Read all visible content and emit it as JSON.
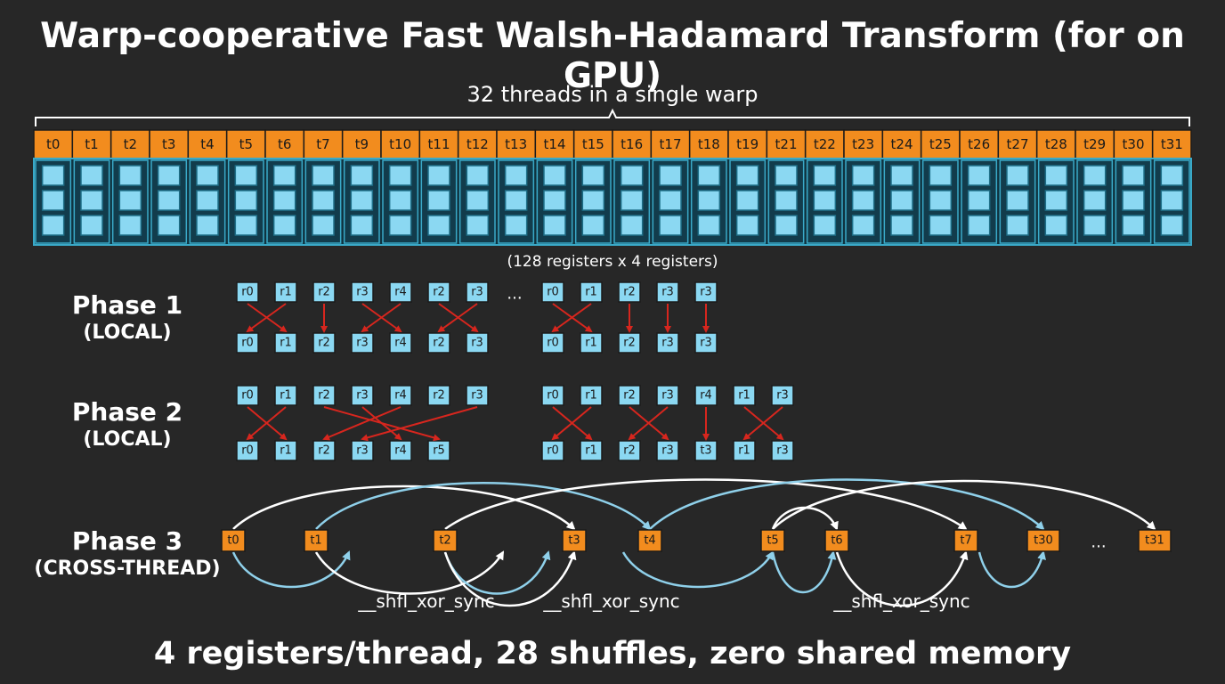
{
  "title": "Warp-cooperative Fast Walsh-Hadamard Transform (for on GPU)",
  "warp_caption": "32 threads in a single warp",
  "thread_labels": [
    "t0",
    "t1",
    "t2",
    "t3",
    "t4",
    "t5",
    "t6",
    "t7",
    "t9",
    "t10",
    "t11",
    "t12",
    "t13",
    "t14",
    "t15",
    "t16",
    "t17",
    "t18",
    "t19",
    "t21",
    "t22",
    "t23",
    "t24",
    "t25",
    "t26",
    "t27",
    "t28",
    "t29",
    "t30",
    "t31"
  ],
  "registers_per_column": 3,
  "register_caption": "(128 registers x 4 registers)",
  "phases": [
    {
      "name": "Phase 1",
      "mode": "(LOCAL)"
    },
    {
      "name": "Phase 2",
      "mode": "(LOCAL)"
    },
    {
      "name": "Phase 3",
      "mode": "(CROSS-THREAD)"
    }
  ],
  "phase1": {
    "top_left": [
      "r0",
      "r1",
      "r2",
      "r3",
      "r4",
      "r2",
      "r3"
    ],
    "ellipsis": "...",
    "top_right": [
      "r0",
      "r1",
      "r2",
      "r3",
      "r3"
    ],
    "bottom_left": [
      "r0",
      "r1",
      "r2",
      "r3",
      "r4",
      "r2",
      "r3"
    ],
    "bottom_right": [
      "r0",
      "r1",
      "r2",
      "r3",
      "r3"
    ]
  },
  "phase2": {
    "top_left": [
      "r0",
      "r1",
      "r2",
      "r3",
      "r4",
      "r2",
      "r3"
    ],
    "top_right": [
      "r0",
      "r1",
      "r2",
      "r3",
      "r4",
      "r1",
      "r3"
    ],
    "bottom_left": [
      "r0",
      "r1",
      "r2",
      "r3",
      "r4",
      "r5"
    ],
    "bottom_right": [
      "r0",
      "r1",
      "r2",
      "r3",
      "t3",
      "r1",
      "r3"
    ]
  },
  "phase3": {
    "threads": [
      "t0",
      "t1",
      "t2",
      "t3",
      "t4",
      "t5",
      "t6",
      "t7",
      "t30",
      "t31"
    ],
    "ellipsis": "...",
    "shuffle_labels": [
      "__shfl_xor_sync",
      "__shfl_xor_sync",
      "__shfl_xor_sync"
    ]
  },
  "footer": "4 registers/thread, 28 shuffles, zero shared memory",
  "colors": {
    "background": "#272727",
    "thread_orange": "#f28c1e",
    "register_cyan": "#8bd8f2",
    "register_border": "#3aa9c8",
    "arrow_red": "#d7261e",
    "arc_white": "#ffffff",
    "arc_blue": "#8fd0ea"
  }
}
